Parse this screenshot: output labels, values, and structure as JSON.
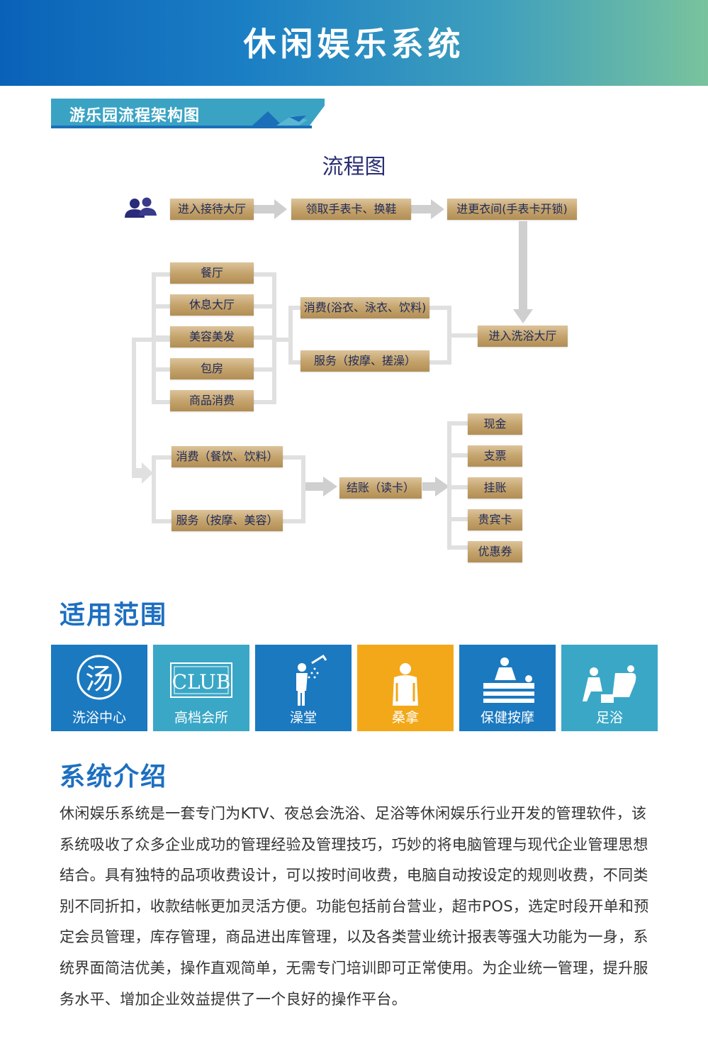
{
  "header": {
    "title": "休闲娱乐系统"
  },
  "section": {
    "title": "游乐园流程架构图"
  },
  "flow": {
    "title": "流程图",
    "nodes": {
      "reception": "进入接待大厅",
      "wristband": "领取手表卡、换鞋",
      "locker": "进更衣间(手表卡开锁)",
      "bath_hall": "进入洗浴大厅",
      "consume_bath": "消费(浴衣、泳衣、饮料)",
      "service_massage": "服务（按摩、搓澡）",
      "restaurant": "餐厅",
      "lounge": "休息大厅",
      "beauty": "美容美发",
      "private_room": "包房",
      "goods": "商品消费",
      "consume_food": "消费（餐饮、饮料）",
      "service_beauty": "服务（按摩、美容）",
      "checkout": "结账（读卡）",
      "cash": "现金",
      "cheque": "支票",
      "credit": "挂账",
      "vip_card": "贵宾卡",
      "coupon": "优惠券"
    }
  },
  "scope": {
    "title": "适用范围",
    "tiles": [
      {
        "label": "洗浴中心",
        "color": "#1b79c0"
      },
      {
        "label": "高档会所",
        "color": "#3aa7c7"
      },
      {
        "label": "澡堂",
        "color": "#1b79c0"
      },
      {
        "label": "桑拿",
        "color": "#f2a819"
      },
      {
        "label": "保健按摩",
        "color": "#1b79c0"
      },
      {
        "label": "足浴",
        "color": "#3aa7c7"
      }
    ],
    "club_text": "CLUB"
  },
  "intro": {
    "title": "系统介绍",
    "body": "休闲娱乐系统是一套专门为KTV、夜总会洗浴、足浴等休闲娱乐行业开发的管理软件，该系统吸收了众多企业成功的管理经验及管理技巧，巧妙的将电脑管理与现代企业管理思想结合。具有独特的品项收费设计，可以按时间收费，电脑自动按设定的规则收费，不同类别不同折扣，收款结帐更加灵活方便。功能包括前台营业，超市POS，选定时段开单和预定会员管理，库存管理，商品进出库管理，以及各类营业统计报表等强大功能为一身，系统界面简洁优美，操作直观简单，无需专门培训即可正常使用。为企业统一管理，提升服务水平、增加企业效益提供了一个良好的操作平台。"
  }
}
